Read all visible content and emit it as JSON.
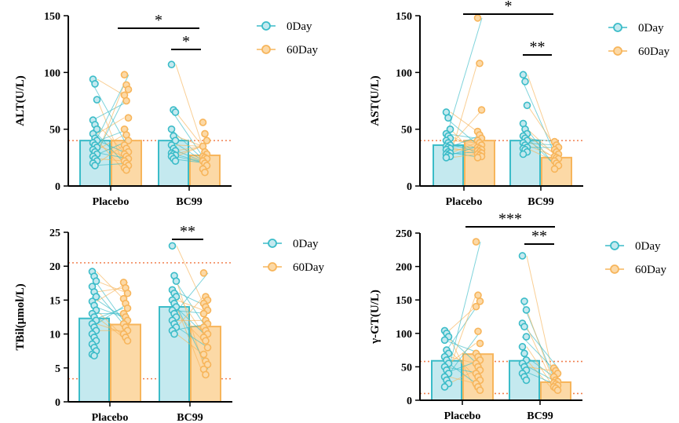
{
  "colors": {
    "day0_stroke": "#3bbcc8",
    "day0_fill": "#c4e9ef",
    "day60_stroke": "#f7b55b",
    "day60_fill": "#fcd9a6",
    "ref_line": "#f08050"
  },
  "chart_data": [
    {
      "type": "bar",
      "ylabel": "ALT(U/L)",
      "categories": [
        "Placebo",
        "BC99"
      ],
      "ylim": [
        0,
        150
      ],
      "yticks": [
        0,
        50,
        100,
        150
      ],
      "ref_lines": [
        40
      ],
      "series": [
        {
          "name": "0Day",
          "values": [
            40,
            40
          ],
          "points": [
            [
              94,
              90,
              76,
              58,
              54,
              50,
              46,
              42,
              40,
              38,
              36,
              34,
              32,
              30,
              28,
              26,
              24,
              22,
              20,
              18
            ],
            [
              107,
              67,
              65,
              50,
              44,
              40,
              36,
              33,
              31,
              29,
              28,
              27,
              26,
              24,
              22
            ]
          ]
        },
        {
          "name": "60Day",
          "values": [
            40,
            27
          ],
          "points": [
            [
              98,
              89,
              85,
              80,
              75,
              60,
              50,
              45,
              40,
              36,
              33,
              30,
              28,
              26,
              24,
              22,
              20,
              18,
              16,
              14
            ],
            [
              56,
              46,
              40,
              35,
              30,
              28,
              26,
              25,
              24,
              22,
              20,
              18,
              15,
              12
            ]
          ]
        }
      ],
      "legend": {
        "placement": "right",
        "entries": [
          "0Day",
          "60Day"
        ]
      },
      "significance": [
        {
          "label": "*",
          "from": "Placebo",
          "to": "BC99"
        },
        {
          "label": "*",
          "from": "BC99",
          "to": "BC99"
        }
      ]
    },
    {
      "type": "bar",
      "ylabel": "AST(U/L)",
      "categories": [
        "Placebo",
        "BC99"
      ],
      "ylim": [
        0,
        150
      ],
      "yticks": [
        0,
        50,
        100,
        150
      ],
      "ref_lines": [
        40
      ],
      "series": [
        {
          "name": "0Day",
          "values": [
            36,
            40
          ],
          "points": [
            [
              65,
              60,
              50,
              46,
              44,
              42,
              40,
              38,
              36,
              35,
              34,
              33,
              32,
              30,
              29,
              28,
              27,
              26,
              25
            ],
            [
              98,
              92,
              71,
              55,
              50,
              46,
              44,
              42,
              40,
              38,
              36,
              34,
              33,
              32,
              30,
              28
            ]
          ]
        },
        {
          "name": "60Day",
          "values": [
            40,
            25
          ],
          "points": [
            [
              148,
              108,
              67,
              48,
              45,
              42,
              40,
              38,
              36,
              34,
              33,
              32,
              31,
              30,
              29,
              28,
              27,
              26,
              25
            ],
            [
              39,
              36,
              34,
              32,
              30,
              28,
              26,
              25,
              24,
              22,
              20,
              18,
              15
            ]
          ]
        }
      ],
      "legend": {
        "placement": "right",
        "entries": [
          "0Day",
          "60Day"
        ]
      },
      "significance": [
        {
          "label": "*",
          "from": "Placebo",
          "to": "BC99"
        },
        {
          "label": "**",
          "from": "BC99",
          "to": "BC99"
        }
      ]
    },
    {
      "type": "bar",
      "ylabel": "TBil(μmol/L)",
      "categories": [
        "Placebo",
        "BC99"
      ],
      "ylim": [
        0,
        25
      ],
      "yticks": [
        0,
        5,
        10,
        15,
        20,
        25
      ],
      "ref_lines": [
        20.5,
        3.4
      ],
      "series": [
        {
          "name": "0Day",
          "values": [
            12.3,
            14.0
          ],
          "points": [
            [
              19.2,
              18.5,
              17.8,
              17.0,
              16.2,
              15.5,
              14.8,
              14.2,
              13.5,
              13.0,
              12.5,
              12.0,
              11.5,
              11.0,
              10.5,
              10.0,
              9.5,
              9.0,
              8.5,
              8.0,
              7.5,
              7.0,
              6.8
            ],
            [
              23.0,
              18.6,
              17.8,
              16.5,
              16.0,
              15.5,
              15.0,
              14.5,
              14.0,
              13.5,
              13.0,
              12.5,
              12.0,
              11.5,
              11.0,
              10.5,
              10.0
            ]
          ]
        },
        {
          "name": "60Day",
          "values": [
            11.4,
            11.1
          ],
          "points": [
            [
              17.6,
              16.8,
              16.0,
              15.2,
              14.5,
              13.8,
              13.0,
              12.5,
              12.0,
              11.5,
              11.0,
              10.5,
              10.0,
              9.5,
              9.0
            ],
            [
              19.0,
              15.5,
              15.0,
              14.5,
              14.0,
              13.5,
              13.0,
              12.0,
              11.5,
              11.0,
              10.5,
              10.0,
              9.5,
              9.0,
              8.0,
              7.0,
              6.0,
              5.5,
              4.8,
              4.0
            ]
          ]
        }
      ],
      "legend": {
        "placement": "right",
        "entries": [
          "0Day",
          "60Day"
        ]
      },
      "significance": [
        {
          "label": "**",
          "from": "BC99",
          "to": "BC99"
        }
      ]
    },
    {
      "type": "bar",
      "ylabel": "γ-GT(U/L)",
      "categories": [
        "Placebo",
        "BC99"
      ],
      "ylim": [
        0,
        250
      ],
      "yticks": [
        0,
        50,
        100,
        150,
        200,
        250
      ],
      "ref_lines": [
        58,
        10
      ],
      "series": [
        {
          "name": "0Day",
          "values": [
            59,
            59
          ],
          "points": [
            [
              104,
              100,
              95,
              90,
              75,
              70,
              65,
              60,
              55,
              50,
              45,
              40,
              35,
              30,
              25,
              20
            ],
            [
              216,
              148,
              135,
              115,
              110,
              95,
              80,
              70,
              60,
              55,
              50,
              45,
              40,
              35,
              30
            ]
          ]
        },
        {
          "name": "60Day",
          "values": [
            69,
            27
          ],
          "points": [
            [
              237,
              157,
              148,
              140,
              103,
              85,
              70,
              65,
              60,
              55,
              50,
              45,
              40,
              35,
              30,
              25,
              20,
              15
            ],
            [
              48,
              44,
              40,
              35,
              30,
              28,
              26,
              24,
              22,
              20,
              18,
              15
            ]
          ]
        }
      ],
      "legend": {
        "placement": "right",
        "entries": [
          "0Day",
          "60Day"
        ]
      },
      "significance": [
        {
          "label": "***",
          "from": "Placebo",
          "to": "BC99"
        },
        {
          "label": "**",
          "from": "BC99",
          "to": "BC99"
        }
      ]
    }
  ]
}
